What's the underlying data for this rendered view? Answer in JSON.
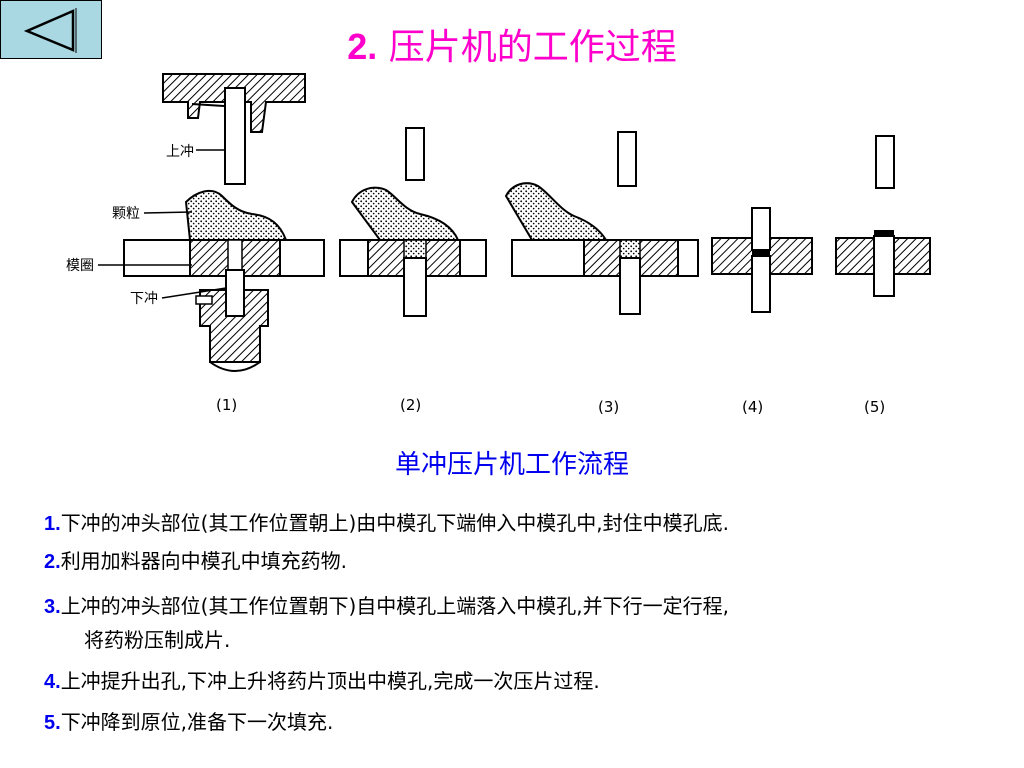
{
  "nav": {
    "back_icon": "left-triangle-icon"
  },
  "title": {
    "number": "2.",
    "text": " 压片机的工作过程"
  },
  "diagram": {
    "labels": {
      "upper_punch": "上冲",
      "granules": "颗粒",
      "die": "模圈",
      "lower_punch": "下冲"
    },
    "stages": [
      "(1)",
      "(2)",
      "(3)",
      "(4)",
      "(5)"
    ]
  },
  "caption": "单冲压片机工作流程",
  "steps": [
    {
      "num": "1.",
      "text": "下冲的冲头部位(其工作位置朝上)由中模孔下端伸入中模孔中,封住中模孔底."
    },
    {
      "num": "2.",
      "text": "利用加料器向中模孔中填充药物."
    },
    {
      "num": "3.",
      "text": "上冲的冲头部位(其工作位置朝下)自中模孔上端落入中模孔,并下行一定行程,",
      "cont": "将药粉压制成片."
    },
    {
      "num": "4.",
      "text": "上冲提升出孔,下冲上升将药片顶出中模孔,完成一次压片过程."
    },
    {
      "num": "5.",
      "text": "下冲降到原位,准备下一次填充."
    }
  ],
  "colors": {
    "title": "#ff00cc",
    "caption": "#0000ee",
    "step_number": "#0000ee",
    "back_button": "#a9d8e3"
  }
}
